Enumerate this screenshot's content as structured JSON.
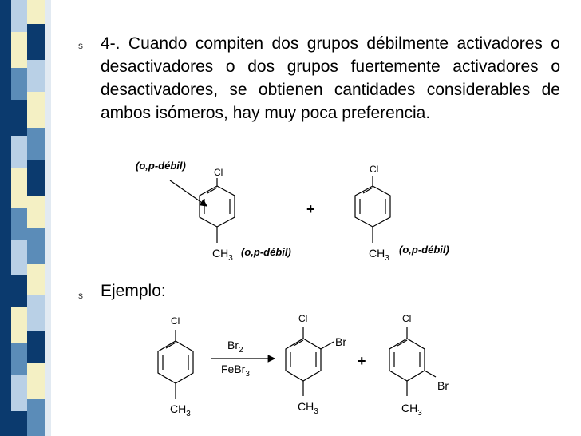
{
  "slide": {
    "bullet_symbol": "s",
    "point1": {
      "text": "4-.     Cuando compiten dos grupos débilmente activadores o desactivadores o dos grupos fuertemente activadores o desactivadores, se obtienen cantidades considerables de ambos isómeros, hay muy poca preferencia."
    },
    "point2": {
      "text": "Ejemplo:"
    }
  },
  "figure1": {
    "arrow_label": "(o,p-débil)",
    "sub_top": "Cl",
    "sub_bottom_main": "CH",
    "sub_bottom_index": "3",
    "left_label": "(o,p-débil)",
    "plus": "+",
    "right_label": "(o,p-débil)"
  },
  "figure2": {
    "reactant_top": "Cl",
    "reactant_bottom_main": "CH",
    "reactant_bottom_index": "3",
    "reagent1_main": "Br",
    "reagent1_index": "2",
    "reagent2_main": "FeBr",
    "reagent2_index": "3",
    "plus": "+",
    "product1_top": "Cl",
    "product1_br": "Br",
    "product1_bottom_main": "CH",
    "product1_bottom_index": "3",
    "product2_top": "Cl",
    "product2_br": "Br",
    "product2_bottom_main": "CH",
    "product2_bottom_index": "3"
  },
  "colors": {
    "stripe_dark_navy": "#0b3a6e",
    "stripe_steel_blue": "#5b8cb8",
    "stripe_light_blue": "#b9d0e6",
    "stripe_cream": "#f4f0c4",
    "stripe_pale": "#e2eaf2"
  }
}
